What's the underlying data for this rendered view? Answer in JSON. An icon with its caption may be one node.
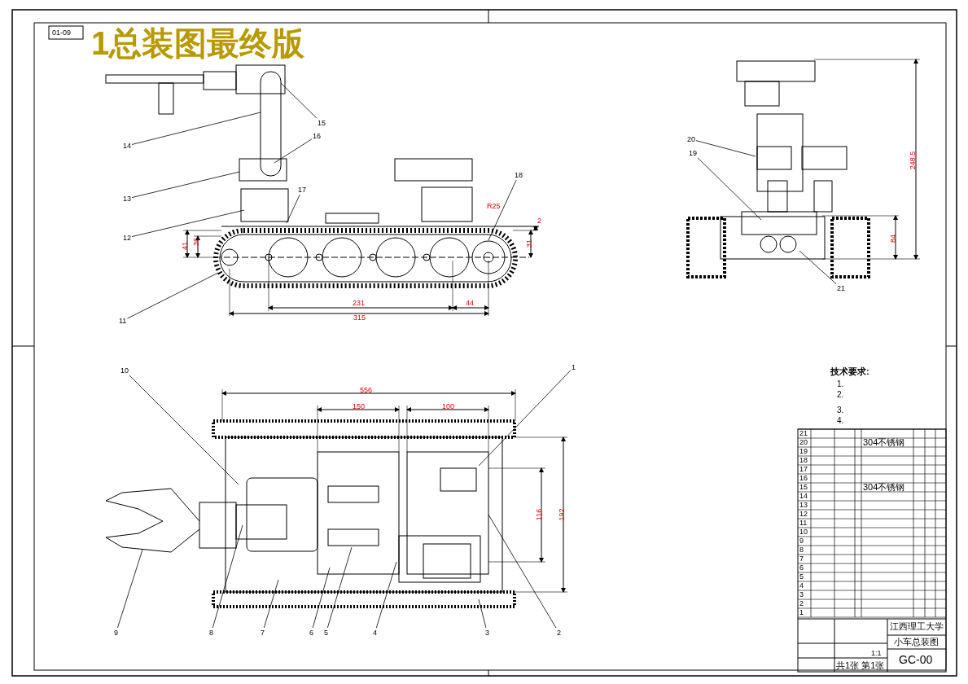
{
  "diagram": {
    "title": "1总装图最终版",
    "nodes": [
      {
        "text": [
          "1"
        ]
      },
      {
        "text": [
          "2"
        ]
      },
      {
        "text": [
          "3"
        ]
      },
      {
        "text": [
          "4"
        ]
      },
      {
        "text": [
          "5"
        ]
      },
      {
        "text": [
          "6"
        ]
      },
      {
        "text": [
          "7"
        ]
      },
      {
        "text": [
          "8"
        ]
      },
      {
        "text": [
          "9"
        ]
      },
      {
        "text": [
          "10"
        ]
      },
      {
        "text": [
          "11"
        ]
      },
      {
        "text": [
          "12"
        ]
      },
      {
        "text": [
          "13"
        ]
      },
      {
        "text": [
          "14"
        ]
      },
      {
        "text": [
          "15"
        ]
      },
      {
        "text": [
          "16"
        ]
      },
      {
        "text": [
          "17"
        ]
      },
      {
        "text": [
          "18"
        ]
      },
      {
        "text": [
          "19"
        ]
      },
      {
        "text": [
          "20"
        ]
      },
      {
        "text": [
          "21"
        ]
      }
    ],
    "edges": [
      {
        "from": 0,
        "to": null,
        "arrow": "none"
      },
      {
        "from": 1,
        "to": null,
        "arrow": "none"
      },
      {
        "from": 2,
        "to": null,
        "arrow": "none"
      },
      {
        "from": 3,
        "to": null,
        "arrow": "none"
      },
      {
        "from": 4,
        "to": null,
        "arrow": "none"
      },
      {
        "from": 5,
        "to": null,
        "arrow": "none"
      },
      {
        "from": 6,
        "to": null,
        "arrow": "none"
      },
      {
        "from": 7,
        "to": null,
        "arrow": "none"
      },
      {
        "from": 8,
        "to": null,
        "arrow": "none"
      },
      {
        "from": 9,
        "to": null,
        "arrow": "none"
      },
      {
        "from": 10,
        "to": null,
        "arrow": "none"
      },
      {
        "from": 11,
        "to": null,
        "arrow": "none"
      },
      {
        "from": 12,
        "to": null,
        "arrow": "none"
      },
      {
        "from": 13,
        "to": null,
        "arrow": "none"
      },
      {
        "from": 14,
        "to": null,
        "arrow": "none"
      },
      {
        "from": 15,
        "to": null,
        "arrow": "none"
      },
      {
        "from": 16,
        "to": null,
        "arrow": "none"
      },
      {
        "from": 17,
        "to": null,
        "arrow": "none"
      },
      {
        "from": 18,
        "to": null,
        "arrow": "none"
      },
      {
        "from": 19,
        "to": null,
        "arrow": "none"
      },
      {
        "from": 20,
        "to": null,
        "arrow": "none"
      }
    ],
    "labels": [
      "01-09",
      "41",
      "36",
      "31",
      "2",
      "R25",
      "231",
      "44",
      "315",
      "248.5",
      "84",
      "556",
      "150",
      "100",
      "116",
      "192",
      "技术要求:",
      "1.",
      "2.",
      "3.",
      "4.",
      "21",
      "20",
      "304不锈钢",
      "19",
      "18",
      "17",
      "16",
      "15",
      "304不锈钢",
      "14",
      "13",
      "12",
      "11",
      "10",
      "9",
      "8",
      "7",
      "6",
      "5",
      "4",
      "3",
      "2",
      "1",
      "江西理工大学",
      "小车总装图",
      "1:1",
      "共1张 第1张",
      "GC-00"
    ]
  }
}
